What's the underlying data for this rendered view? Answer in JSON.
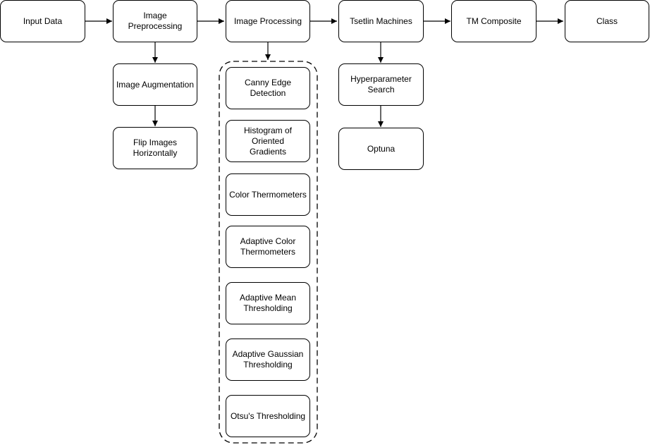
{
  "colors": {
    "stroke": "#000000",
    "fill": "#ffffff",
    "text": "#000000"
  },
  "nodes": {
    "input_data": "Input Data",
    "image_preprocessing": "Image Preprocessing",
    "image_processing": "Image Processing",
    "tsetlin_machines": "Tsetlin Machines",
    "tm_composite": "TM Composite",
    "class": "Class",
    "image_augmentation": "Image Augmentation",
    "flip_images": "Flip Images\nHorizontally",
    "canny_edge": "Canny Edge\nDetection",
    "hog": "Histogram of Oriented\nGradients",
    "color_thermometers": "Color Thermometers",
    "adaptive_color_thermometers": "Adaptive Color\nThermometers",
    "adaptive_mean": "Adaptive Mean\nThresholding",
    "adaptive_gaussian": "Adaptive Gaussian\nThresholding",
    "otsu": "Otsu's Thresholding",
    "hyperparameter_search": "Hyperparameter\nSearch",
    "optuna": "Optuna"
  }
}
